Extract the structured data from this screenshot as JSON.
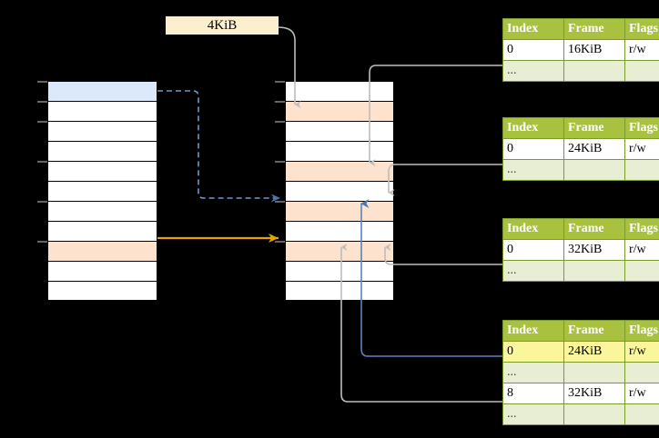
{
  "diagram": {
    "title": "page-table-walk-diagram",
    "size_label": "4KiB",
    "colors": {
      "header_green": "#a8c23f",
      "row_alt_green": "#e8eed4",
      "highlight_yellow": "#fbf59b",
      "orange_row": "#fde3cd",
      "blue_row": "#dce9fa",
      "orange_arrow": "#e8a200",
      "blue_arrow": "#4a76b8",
      "gray_wire": "#b3b3b3",
      "label_bg": "#fcefd0"
    },
    "left_column": {
      "name": "virtual-address-space",
      "rows": [
        {
          "fill": "blue",
          "label": ""
        },
        {
          "fill": "white",
          "label": ""
        },
        {
          "fill": "white",
          "label": ""
        },
        {
          "fill": "white",
          "label": ""
        },
        {
          "fill": "white",
          "label": ""
        },
        {
          "fill": "white",
          "label": ""
        },
        {
          "fill": "white",
          "label": ""
        },
        {
          "fill": "white",
          "label": ""
        },
        {
          "fill": "orange",
          "label": ""
        },
        {
          "fill": "white",
          "label": ""
        },
        {
          "fill": "white",
          "label": ""
        }
      ]
    },
    "middle_column": {
      "name": "physical-memory",
      "rows": [
        {
          "fill": "white",
          "label": ""
        },
        {
          "fill": "orange",
          "label": ""
        },
        {
          "fill": "white",
          "label": ""
        },
        {
          "fill": "white",
          "label": ""
        },
        {
          "fill": "orange",
          "label": ""
        },
        {
          "fill": "white",
          "label": ""
        },
        {
          "fill": "orange",
          "label": ""
        },
        {
          "fill": "white",
          "label": ""
        },
        {
          "fill": "orange",
          "label": ""
        },
        {
          "fill": "white",
          "label": ""
        },
        {
          "fill": "white",
          "label": ""
        }
      ]
    },
    "tables": [
      {
        "name": "page-table-level-1",
        "headers": [
          "Index",
          "Frame",
          "Flags"
        ],
        "rows": [
          {
            "cells": [
              "0",
              "16KiB",
              "r/w"
            ],
            "style": "val"
          },
          {
            "cells": [
              "...",
              "",
              ""
            ],
            "style": "ell"
          }
        ]
      },
      {
        "name": "page-table-level-2",
        "headers": [
          "Index",
          "Frame",
          "Flags"
        ],
        "rows": [
          {
            "cells": [
              "0",
              "24KiB",
              "r/w"
            ],
            "style": "val"
          },
          {
            "cells": [
              "...",
              "",
              ""
            ],
            "style": "ell"
          }
        ]
      },
      {
        "name": "page-table-level-3",
        "headers": [
          "Index",
          "Frame",
          "Flags"
        ],
        "rows": [
          {
            "cells": [
              "0",
              "32KiB",
              "r/w"
            ],
            "style": "val"
          },
          {
            "cells": [
              "...",
              "",
              ""
            ],
            "style": "ell"
          }
        ]
      },
      {
        "name": "page-table-level-4",
        "headers": [
          "Index",
          "Frame",
          "Flags"
        ],
        "rows": [
          {
            "cells": [
              "0",
              "24KiB",
              "r/w"
            ],
            "style": "hl"
          },
          {
            "cells": [
              "...",
              "",
              ""
            ],
            "style": "ell"
          },
          {
            "cells": [
              "8",
              "32KiB",
              "r/w"
            ],
            "style": "val"
          },
          {
            "cells": [
              "...",
              "",
              ""
            ],
            "style": "ell"
          }
        ]
      }
    ]
  }
}
